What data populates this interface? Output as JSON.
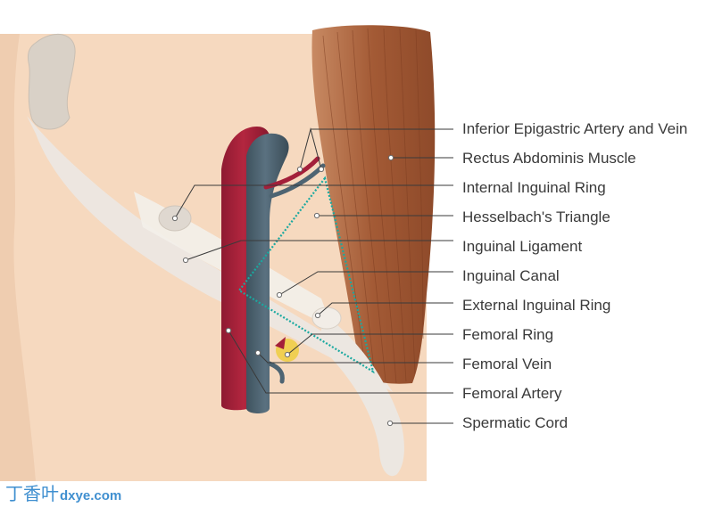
{
  "labels": [
    "Inferior Epigastric Artery and Vein",
    "Rectus Abdominis Muscle",
    "Internal Inguinal Ring",
    "Hesselbach's Triangle",
    "Inguinal Ligament",
    "Inguinal Canal",
    "External Inguinal Ring",
    "Femoral Ring",
    "Femoral Vein",
    "Femoral Artery",
    "Spermatic Cord"
  ],
  "watermark": {
    "cn": "丁香叶",
    "en": "dxye.com"
  },
  "colors": {
    "skin": "#f6d9bf",
    "muscle": "#a8603a",
    "artery": "#a31f3a",
    "vein": "#4e6472",
    "ligament": "#ece7e1",
    "bone": "#d9d1c7",
    "triangle": "#1aa9a0",
    "femoral_ring": "#f0cf52",
    "leader": "#3a3a3a"
  }
}
